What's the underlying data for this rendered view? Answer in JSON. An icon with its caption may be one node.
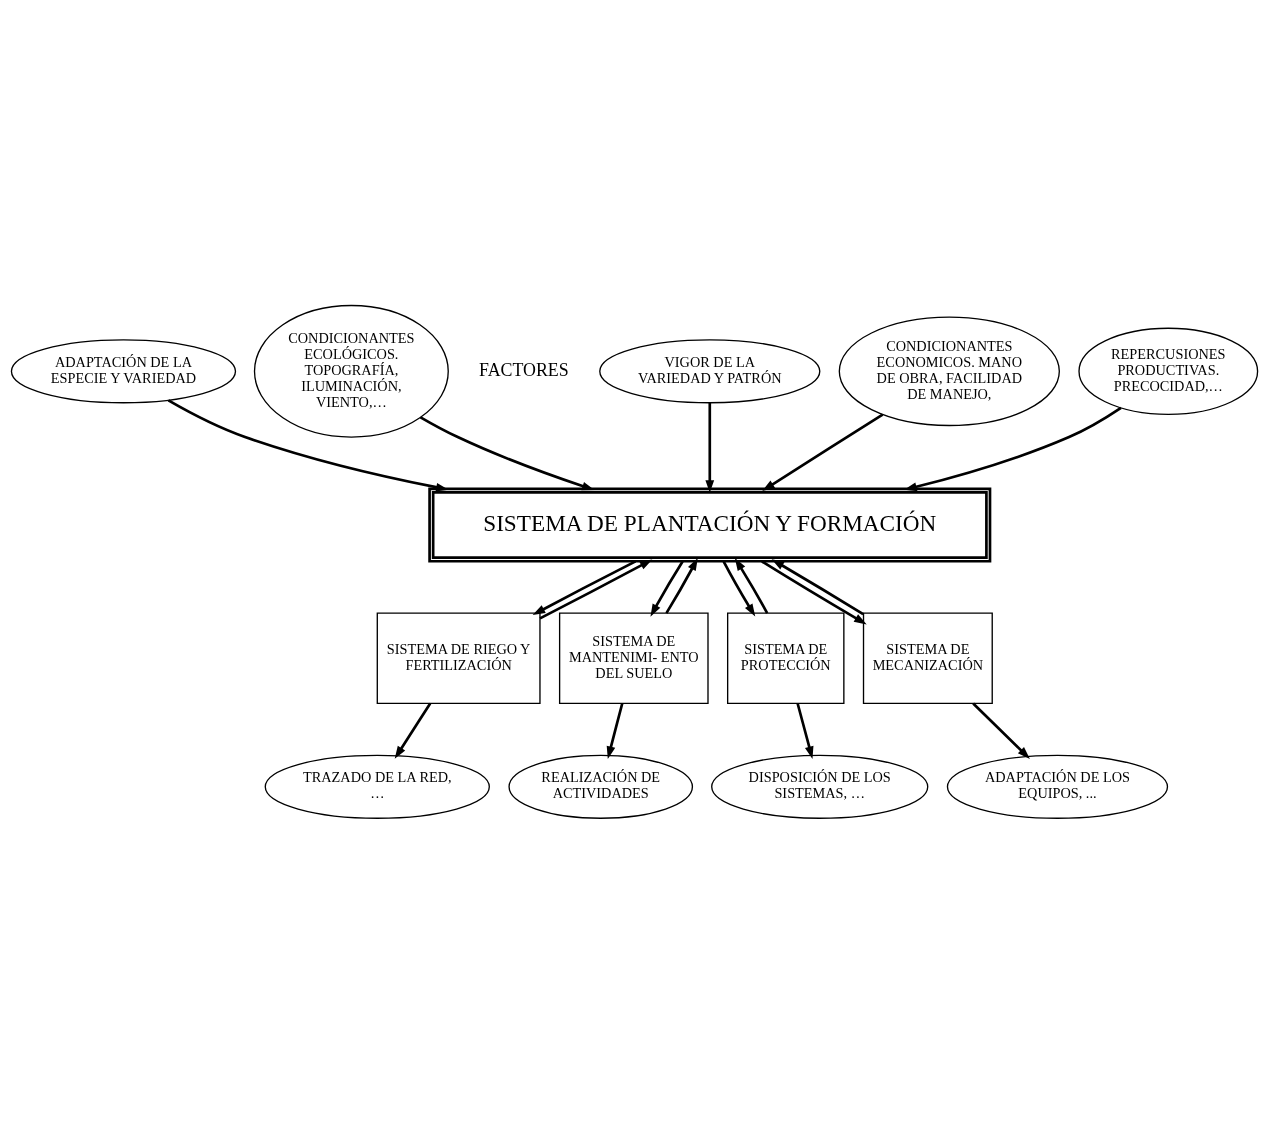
{
  "diagram": {
    "nodes": [
      {
        "text": [
          "ADAPTACIÓN DE LA ESPECIE Y VARIEDAD"
        ]
      },
      {
        "text": [
          "CONDICIONANTES ECOLÓGICOS. TOPOGRAFÍA, ILUMINACIÓN, VIENTO,…"
        ]
      },
      {
        "text": [
          "VIGOR DE LA VARIEDAD Y PATRÓN"
        ]
      },
      {
        "text": [
          "CONDICIONANTES ECONOMICOS. MANO DE OBRA, FACILIDAD DE MANEJO,"
        ]
      },
      {
        "text": [
          "REPERCUSIONES PRODUCTIVAS. PRECOCIDAD,…"
        ]
      },
      {
        "text": [
          "SISTEMA DE PLANTACIÓN Y FORMACIÓN"
        ]
      },
      {
        "text": [
          "SISTEMA DE RIEGO Y FERTILIZACIÓN"
        ]
      },
      {
        "text": [
          "SISTEMA DE MANTENIMI- ENTO DEL SUELO"
        ]
      },
      {
        "text": [
          "SISTEMA DE PROTECCIÓN"
        ]
      },
      {
        "text": [
          "SISTEMA DE MECANIZACIÓN"
        ]
      },
      {
        "text": [
          "TRAZADO DE LA RED, …"
        ]
      },
      {
        "text": [
          "REALIZACIÓN DE ACTIVIDADES"
        ]
      },
      {
        "text": [
          "DISPOSICIÓN DE LOS SISTEMAS, …"
        ]
      },
      {
        "text": [
          "ADAPTACIÓN DE LOS EQUIPOS, ..."
        ]
      }
    ],
    "edges": [
      {
        "from": 0,
        "to": 5,
        "arrow": "to"
      },
      {
        "from": 1,
        "to": 5,
        "arrow": "to"
      },
      {
        "from": 2,
        "to": 5,
        "arrow": "to"
      },
      {
        "from": 3,
        "to": 5,
        "arrow": "to"
      },
      {
        "from": 4,
        "to": 5,
        "arrow": "to"
      },
      {
        "from": 6,
        "to": 5,
        "arrow": "to"
      },
      {
        "from": 5,
        "to": 6,
        "arrow": "to"
      },
      {
        "from": 7,
        "to": 5,
        "arrow": "to"
      },
      {
        "from": 5,
        "to": 7,
        "arrow": "to"
      },
      {
        "from": 8,
        "to": 5,
        "arrow": "to"
      },
      {
        "from": 5,
        "to": 8,
        "arrow": "to"
      },
      {
        "from": 9,
        "to": 5,
        "arrow": "to"
      },
      {
        "from": 5,
        "to": 9,
        "arrow": "to"
      },
      {
        "from": 6,
        "to": 10,
        "arrow": "to"
      },
      {
        "from": 7,
        "to": 11,
        "arrow": "to"
      },
      {
        "from": 8,
        "to": 12,
        "arrow": "to"
      },
      {
        "from": 9,
        "to": 13,
        "arrow": "to"
      }
    ],
    "labels": [
      "FACTORES"
    ]
  }
}
